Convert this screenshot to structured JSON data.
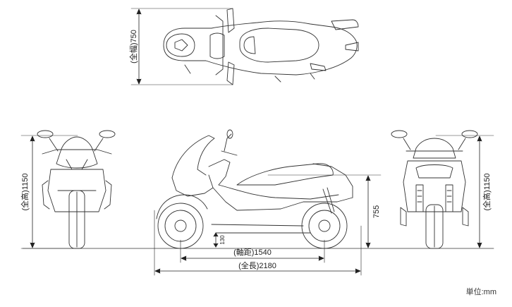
{
  "dimensions": {
    "width_label": "(全幅)750",
    "height_left_label": "(全高)1150",
    "height_right_label": "(全高)1150",
    "seat_height_label": "755",
    "ground_clearance_label": "130",
    "wheelbase_label": "(軸距)1540",
    "length_label": "(全長)2180"
  },
  "unit_label": "単位:mm",
  "colors": {
    "line": "#333333",
    "dim": "#222222"
  }
}
